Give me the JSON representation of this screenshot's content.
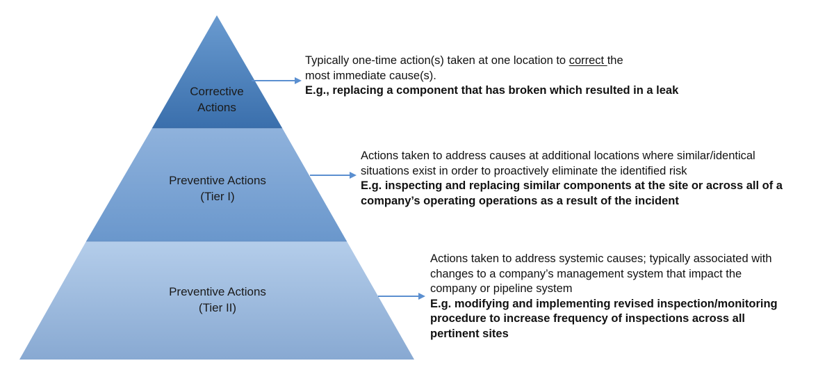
{
  "tiers": [
    {
      "label_lines": [
        "Corrective",
        "Actions"
      ],
      "description": {
        "line1_before": "Typically one-time action(s) taken at one location to ",
        "line1_emphasis": "correct ",
        "line1_after": "the",
        "line2": "most immediate cause(s).",
        "example_lines": [
          "E.g., replacing a component that has broken which resulted in a leak"
        ]
      }
    },
    {
      "label_lines": [
        "Preventive Actions",
        "(Tier I)"
      ],
      "description": {
        "lines": [
          "Actions taken to address causes at additional locations where similar/identical",
          "situations exist in order to proactively eliminate the identified risk"
        ],
        "example_lines": [
          "E.g. inspecting and replacing similar components at the site or across all of a",
          "company’s operating operations as a result of the incident"
        ]
      }
    },
    {
      "label_lines": [
        "Preventive Actions",
        "(Tier II)"
      ],
      "description": {
        "lines": [
          "Actions taken to address systemic causes; typically associated with",
          "changes to a company’s management system that impact the",
          "company or pipeline system"
        ],
        "example_lines": [
          "E.g. modifying and implementing revised inspection/monitoring",
          "procedure to increase frequency of inspections across all",
          "pertinent sites"
        ]
      }
    }
  ],
  "colors": {
    "tier1_top": "#6a9bd0",
    "tier1_bottom": "#3a6fac",
    "tier2_top": "#8fb2dc",
    "tier2_bottom": "#6a97cc",
    "tier3_top": "#b4cdea",
    "tier3_bottom": "#88a9d2",
    "arrow": "#5b8fd0"
  }
}
